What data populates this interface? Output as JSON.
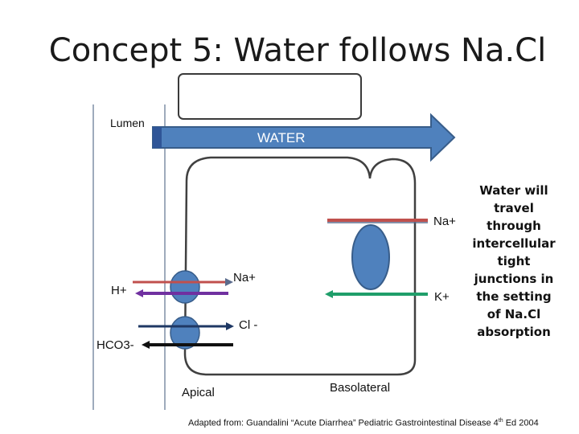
{
  "title": "Concept 5: Water follows Na.Cl",
  "labels": {
    "lumen": "Lumen",
    "water": "WATER",
    "na_basolateral": "Na+",
    "na_apical": "Na+",
    "h_plus": "H+",
    "k_plus": "K+",
    "cl_minus": "Cl -",
    "hco3": "HCO3-",
    "apical": "Apical",
    "basolateral": "Basolateral"
  },
  "note": "Water will travel through intercellular tight junctions in the setting of Na.Cl absorption",
  "citation": {
    "prefix": "Adapted from: Guandalini “Acute Diarrhea” Pediatric Gastrointestinal Disease  4",
    "sup": "th",
    "suffix": " Ed 2004"
  },
  "colors": {
    "arrow_fill": "#4f81bd",
    "arrow_stroke": "#385d8a",
    "transporter": "#4f81bd",
    "sodium_line": "#c0504d",
    "proton_line": "#7030a0",
    "potassium_line": "#1f9e6a",
    "chloride_line": "#1f3864",
    "cell_outline": "#404040"
  }
}
